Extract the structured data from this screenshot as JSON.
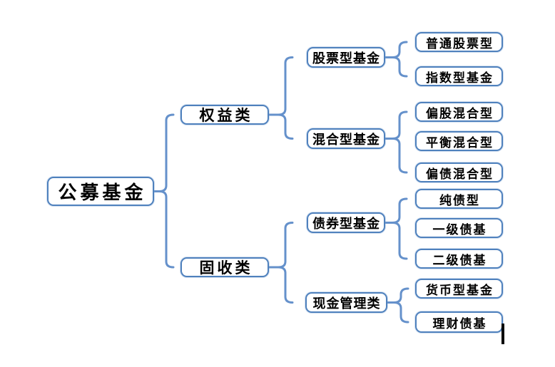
{
  "diagram": {
    "type": "tree",
    "orientation": "left-to-right",
    "root_label": "公募基金",
    "nodes": [
      {
        "id": "root",
        "label": "公募基金",
        "level": 1,
        "parent": null
      },
      {
        "id": "equity",
        "label": "权益类",
        "level": 2,
        "parent": "root"
      },
      {
        "id": "fixed",
        "label": "固收类",
        "level": 2,
        "parent": "root"
      },
      {
        "id": "stock",
        "label": "股票型基金",
        "level": 3,
        "parent": "equity"
      },
      {
        "id": "hybrid",
        "label": "混合型基金",
        "level": 3,
        "parent": "equity"
      },
      {
        "id": "bond",
        "label": "债券型基金",
        "level": 3,
        "parent": "fixed"
      },
      {
        "id": "cash",
        "label": "现金管理类",
        "level": 3,
        "parent": "fixed"
      },
      {
        "id": "ordinary-stock",
        "label": "普通股票型",
        "level": 4,
        "parent": "stock"
      },
      {
        "id": "index",
        "label": "指数型基金",
        "level": 4,
        "parent": "stock"
      },
      {
        "id": "equity-hybrid",
        "label": "偏股混合型",
        "level": 4,
        "parent": "hybrid"
      },
      {
        "id": "balanced-hybrid",
        "label": "平衡混合型",
        "level": 4,
        "parent": "hybrid"
      },
      {
        "id": "bond-hybrid",
        "label": "偏债混合型",
        "level": 4,
        "parent": "hybrid"
      },
      {
        "id": "pure-bond",
        "label": "纯债型",
        "level": 4,
        "parent": "bond"
      },
      {
        "id": "tier1-bond",
        "label": "一级债基",
        "level": 4,
        "parent": "bond"
      },
      {
        "id": "tier2-bond",
        "label": "二级债基",
        "level": 4,
        "parent": "bond"
      },
      {
        "id": "money",
        "label": "货币型基金",
        "level": 4,
        "parent": "cash"
      },
      {
        "id": "wealth-bond",
        "label": "理财债基",
        "level": 4,
        "parent": "cash"
      }
    ],
    "colors": {
      "box_border": "#4f81bd",
      "connector": "#6591cb",
      "text": "#000000",
      "background": "#ffffff"
    },
    "cursor": {
      "visible": true
    }
  }
}
